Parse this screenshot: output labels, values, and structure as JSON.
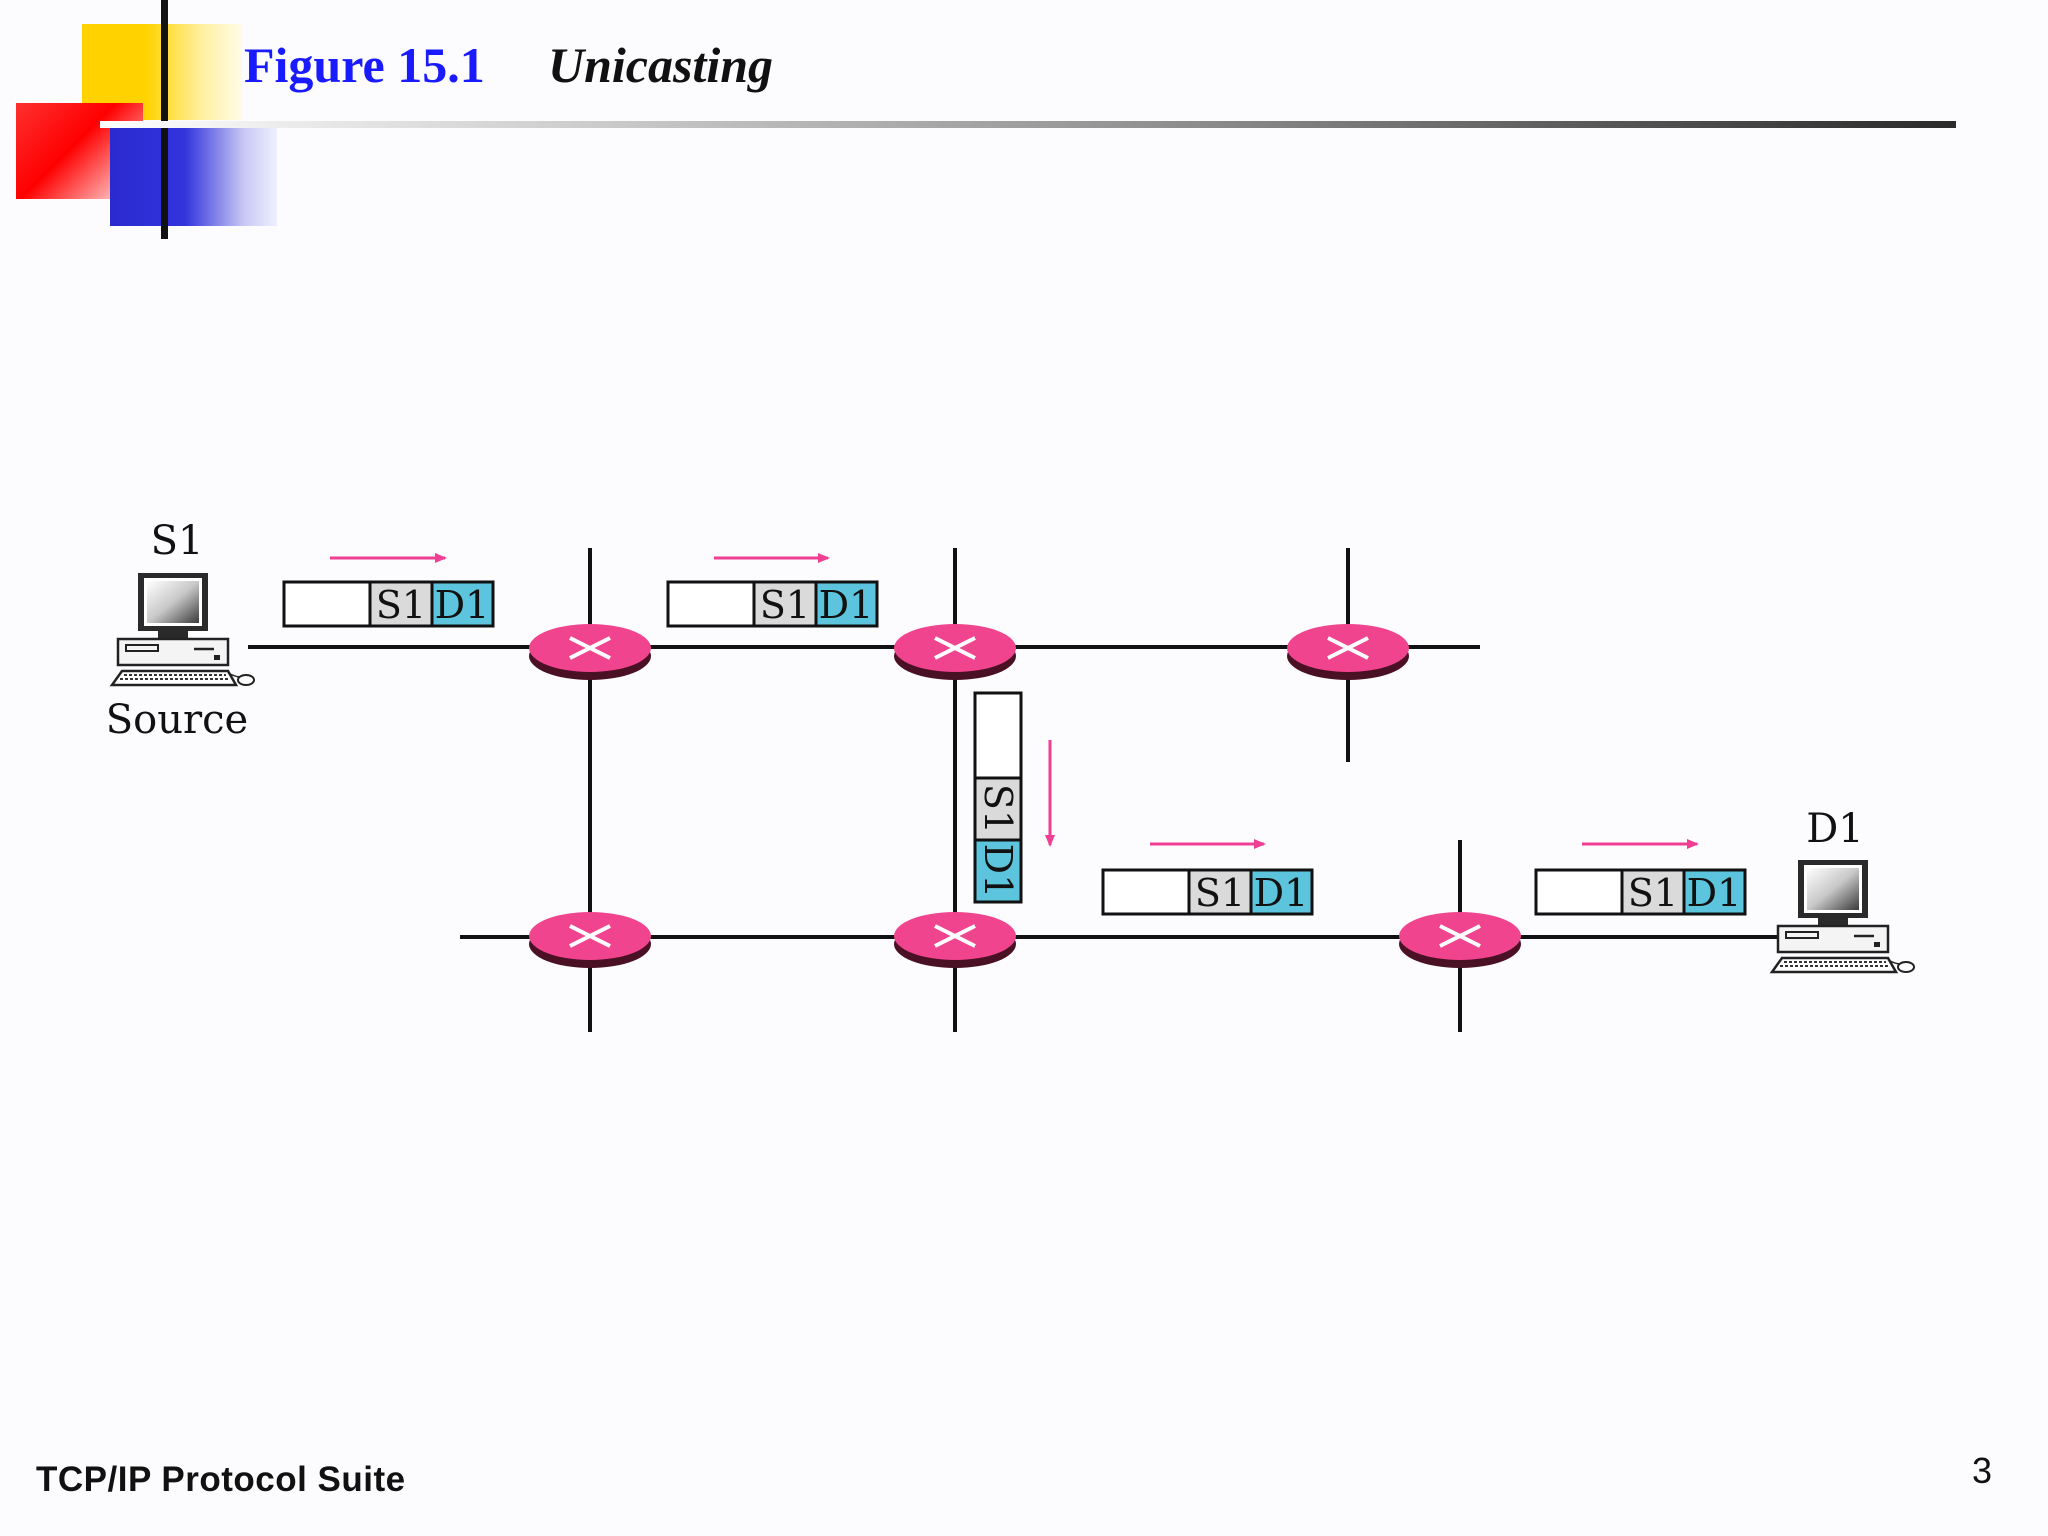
{
  "slide": {
    "figure_number": "Figure 15.1",
    "figure_title": "Unicasting",
    "footer": "TCP/IP Protocol Suite",
    "page_number": "3"
  },
  "diagram": {
    "source_label": "S1",
    "source_caption": "Source",
    "destination_label": "D1",
    "packet": {
      "src_field": "S1",
      "dst_field": "D1"
    }
  },
  "colors": {
    "router": "#f0448e",
    "arrow": "#ee3f93",
    "dst_field": "#5cc4dc",
    "src_field": "#dadada",
    "title_blue": "#1a1aff"
  }
}
